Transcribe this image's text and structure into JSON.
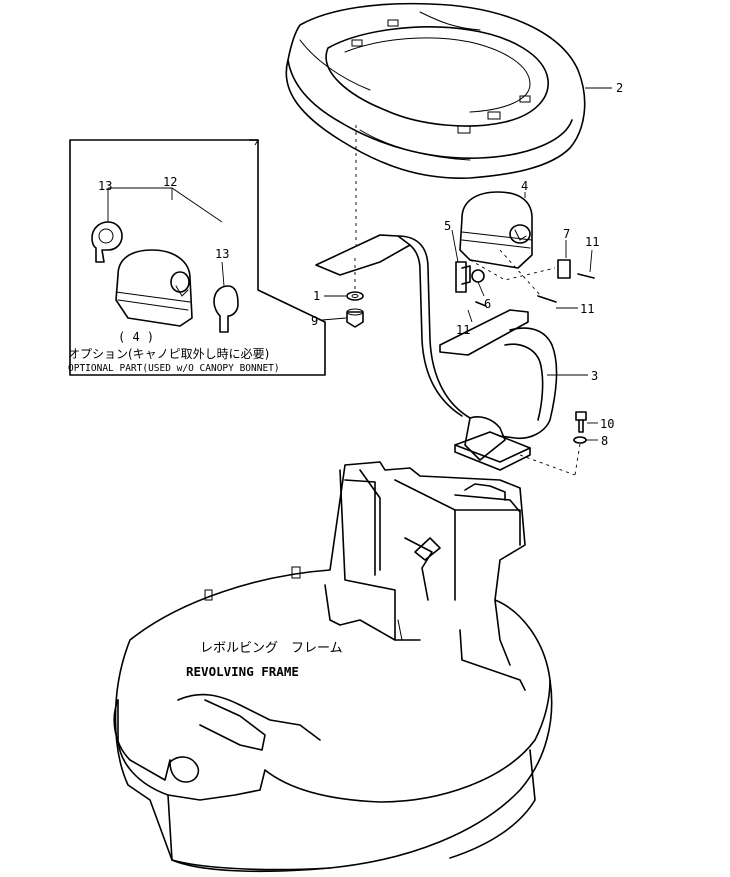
{
  "callouts": [
    {
      "id": "c1",
      "label": "1"
    },
    {
      "id": "c2",
      "label": "2"
    },
    {
      "id": "c3",
      "label": "3"
    },
    {
      "id": "c4",
      "label": "4"
    },
    {
      "id": "c5",
      "label": "5"
    },
    {
      "id": "c6",
      "label": "6"
    },
    {
      "id": "c7",
      "label": "7"
    },
    {
      "id": "c8",
      "label": "8"
    },
    {
      "id": "c9",
      "label": "9"
    },
    {
      "id": "c10",
      "label": "10"
    },
    {
      "id": "c11a",
      "label": "11"
    },
    {
      "id": "c11b",
      "label": "11"
    },
    {
      "id": "c11c",
      "label": "11"
    },
    {
      "id": "c12",
      "label": "12"
    },
    {
      "id": "c13a",
      "label": "13"
    },
    {
      "id": "c13b",
      "label": "13"
    },
    {
      "id": "c4opt",
      "label": "( 4 )"
    }
  ],
  "option_box": {
    "note_jp": "オプション(キャノピ取外し時に必要)",
    "note_en": "OPTIONAL PART(USED w/O CANOPY BONNET)"
  },
  "frame": {
    "name_jp": "レボルビング　フレーム",
    "name_en": "REVOLVING FRAME"
  }
}
